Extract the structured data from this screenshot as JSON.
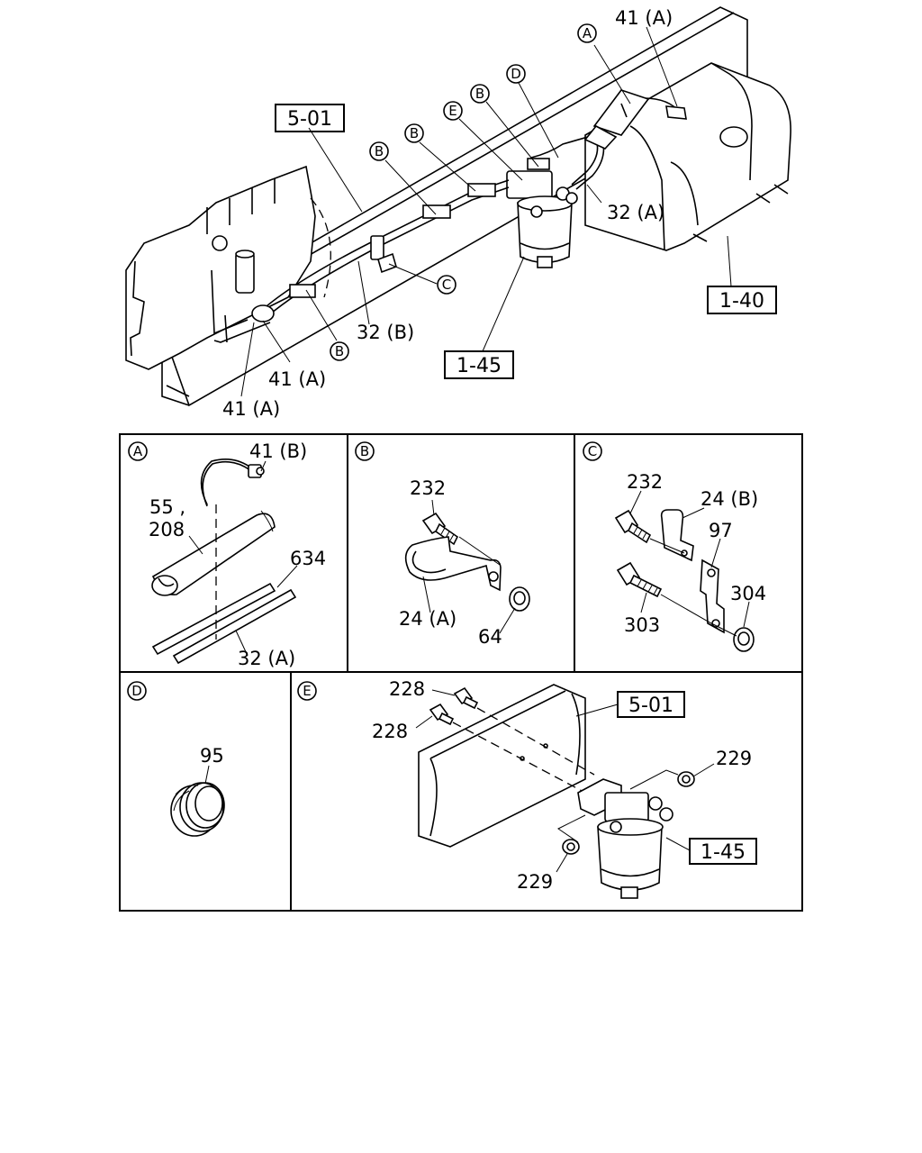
{
  "main": {
    "ref_boxes": {
      "frame_top": "5-01",
      "tank": "1-40",
      "filter_top": "1-45",
      "frame_e": "5-01",
      "filter_e": "1-45"
    },
    "callouts": {
      "a": "A",
      "b1": "B",
      "b2": "B",
      "b3": "B",
      "b4": "B",
      "c": "C",
      "d": "D",
      "e": "E"
    },
    "labels": {
      "clamp_top": "41 (A)",
      "pipe_right": "32 (A)",
      "pipe_bottom": "32 (B)",
      "clamp_mid": "41 (A)",
      "clamp_low": "41 (A)"
    }
  },
  "panel_a": {
    "letter": "A",
    "labels": {
      "clamp": "41 (B)",
      "sleeve_a": "55 ,",
      "sleeve_b": "208",
      "tube": "634",
      "pipe": "32 (A)"
    }
  },
  "panel_b": {
    "letter": "B",
    "labels": {
      "bolt": "232",
      "bracket": "24 (A)",
      "nut": "64"
    }
  },
  "panel_c": {
    "letter": "C",
    "labels": {
      "bolt": "232",
      "bracket": "24 (B)",
      "plate": "97",
      "bolt2": "303",
      "nut": "304"
    }
  },
  "panel_d": {
    "letter": "D",
    "labels": {
      "grommet": "95"
    }
  },
  "panel_e": {
    "letter": "E",
    "labels": {
      "bolt_top": "228",
      "bolt_bottom": "228",
      "nut_right": "229",
      "nut_left": "229"
    }
  }
}
